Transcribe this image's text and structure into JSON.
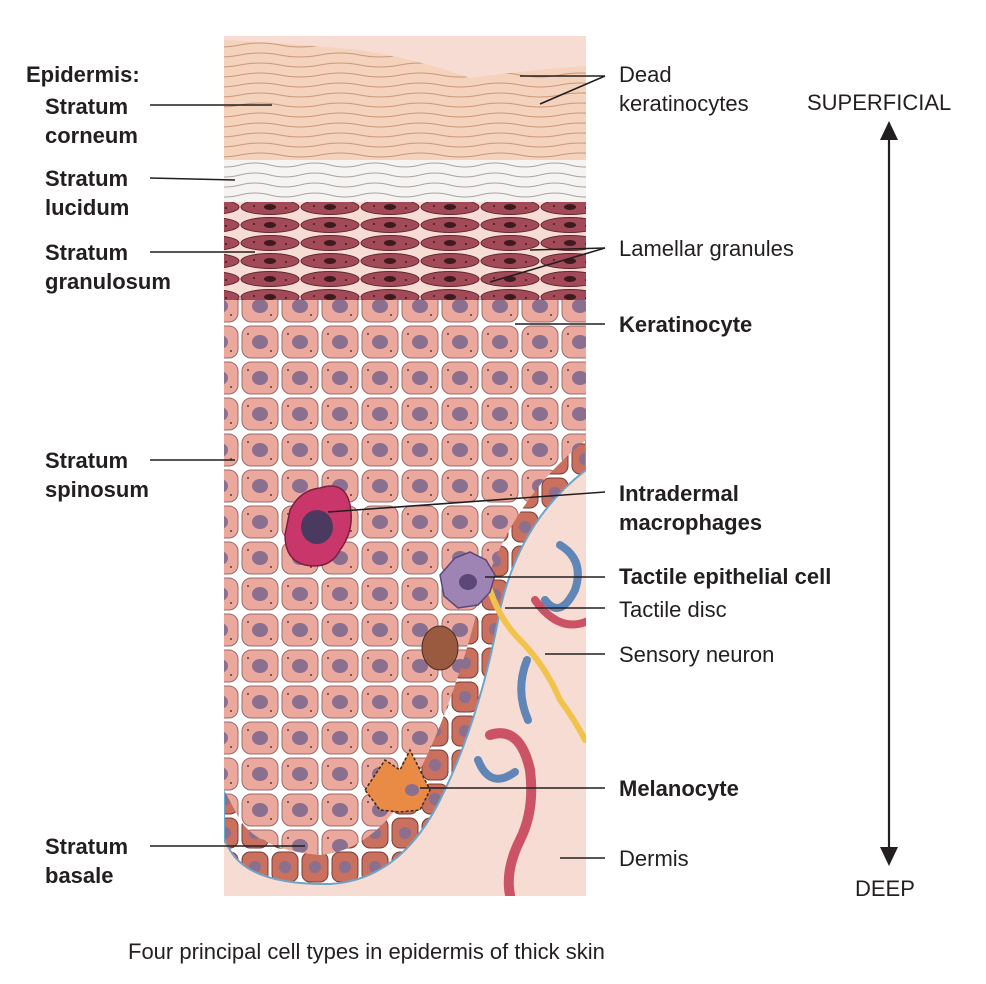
{
  "left_labels": {
    "epidermis_heading": "Epidermis:",
    "stratum_corneum": [
      "Stratum",
      "corneum"
    ],
    "stratum_lucidum": [
      "Stratum",
      "lucidum"
    ],
    "stratum_granulosum": [
      "Stratum",
      "granulosum"
    ],
    "stratum_spinosum": [
      "Stratum",
      "spinosum"
    ],
    "stratum_basale": [
      "Stratum",
      "basale"
    ]
  },
  "right_labels": {
    "dead_keratinocytes": [
      "Dead",
      "keratinocytes"
    ],
    "lamellar_granules": "Lamellar granules",
    "keratinocyte": "Keratinocyte",
    "intradermal_macrophages": [
      "Intradermal",
      "macrophages"
    ],
    "tactile_epithelial_cell": "Tactile epithelial cell",
    "tactile_disc": "Tactile disc",
    "sensory_neuron": "Sensory neuron",
    "melanocyte": "Melanocyte",
    "dermis": "Dermis"
  },
  "orientation": {
    "top": "SUPERFICIAL",
    "bottom": "DEEP"
  },
  "caption": "Four principal cell types in epidermis of thick skin",
  "colors": {
    "corneum": "#f2c9ae",
    "lucidum": "#f4f1ee",
    "granulosum": "#a24a57",
    "spinosum_cell": "#eba89d",
    "nucleus": "#8a6f8f",
    "basale_cell": "#c9705f",
    "dermis": "#f6dcd2",
    "macrophage": "#c9366a",
    "tactile_cell": "#9d84b5",
    "melanocyte": "#e98a45",
    "neuron": "#f2c34c",
    "vessel_red": "#cc5366",
    "vessel_blue": "#5f86b6",
    "leader_line": "#231f20"
  }
}
